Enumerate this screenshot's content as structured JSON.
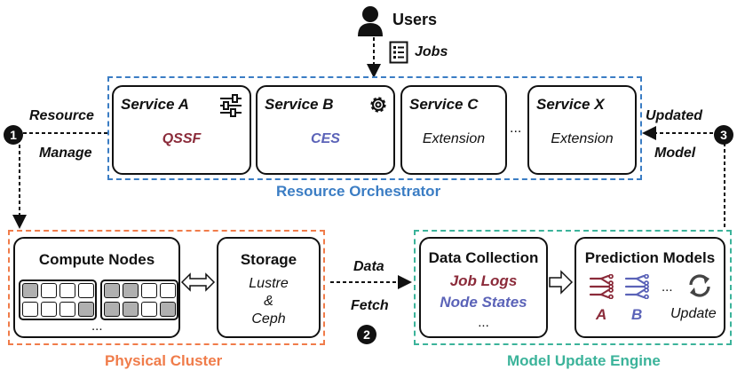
{
  "users": {
    "label": "Users"
  },
  "jobs": {
    "label": "Jobs"
  },
  "orchestrator": {
    "title": "Resource Orchestrator",
    "border_color": "#3b7dc4",
    "services": [
      {
        "name": "Service A",
        "algo": "QSSF",
        "algo_color": "#8b2b3a",
        "icon": "sliders-icon"
      },
      {
        "name": "Service B",
        "algo": "CES",
        "algo_color": "#5b63b8",
        "icon": "gear-icon"
      },
      {
        "name": "Service C",
        "algo": "Extension",
        "algo_color": "#111111"
      },
      {
        "name": "Service X",
        "algo": "Extension",
        "algo_color": "#111111"
      }
    ],
    "ellipsis": "..."
  },
  "left_arrow": {
    "line1": "Resource",
    "line2": "Manage",
    "step": "1"
  },
  "right_arrow": {
    "line1": "Updated",
    "line2": "Model",
    "step": "3"
  },
  "middle_arrow": {
    "line1": "Data",
    "line2": "Fetch",
    "step": "2"
  },
  "physical_cluster": {
    "title": "Physical Cluster",
    "border_color": "#f07c4a",
    "compute": {
      "title": "Compute Nodes",
      "ellipsis": "..."
    },
    "storage": {
      "title": "Storage",
      "line1": "Lustre",
      "line2": "&",
      "line3": "Ceph"
    }
  },
  "model_engine": {
    "title": "Model Update Engine",
    "border_color": "#3bb39a",
    "data_collection": {
      "title": "Data Collection",
      "item1": "Job Logs",
      "item2": "Node States",
      "ellipsis": "...",
      "item1_color": "#8b2b3a",
      "item2_color": "#5b63b8"
    },
    "prediction": {
      "title": "Prediction Models",
      "label_a": "A",
      "label_b": "B",
      "ellipsis": "...",
      "update": "Update",
      "a_color": "#8b2b3a",
      "b_color": "#5b63b8"
    }
  }
}
